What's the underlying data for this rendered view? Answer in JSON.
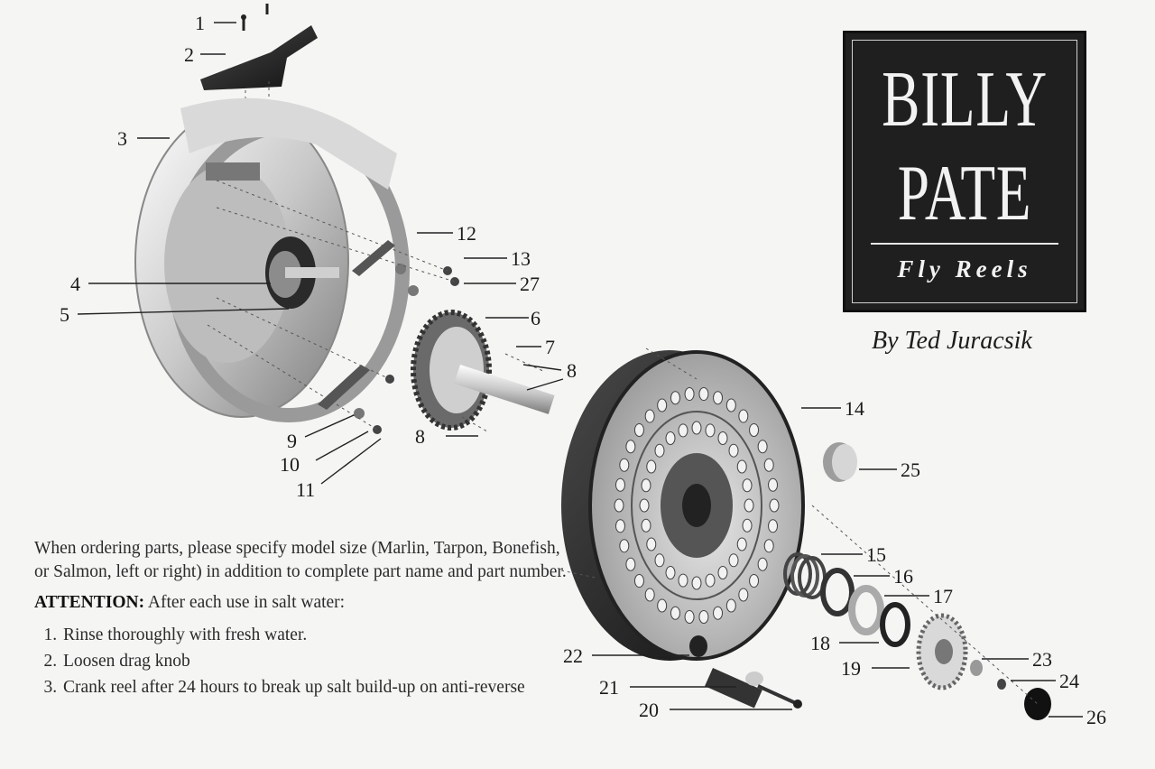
{
  "logo": {
    "line1": "BILLY",
    "line2": "PATE",
    "line3": "Fly Reels"
  },
  "byline": "By Ted Juracsik",
  "notes": {
    "order_text": "When ordering parts, please specify model size (Marlin, Tarpon, Bonefish, or Salmon, left or right) in addition to complete part name and part number.",
    "attention_label": "ATTENTION:",
    "attention_text": "After each use in salt water:",
    "steps": [
      "Rinse thoroughly with fresh water.",
      "Loosen drag knob",
      "Crank reel after 24 hours to break up salt build-up on anti-reverse"
    ]
  },
  "part_labels": [
    "1",
    "2",
    "3",
    "4",
    "5",
    "6",
    "7",
    "8",
    "8",
    "9",
    "10",
    "11",
    "12",
    "13",
    "27",
    "14",
    "25",
    "15",
    "16",
    "17",
    "18",
    "19",
    "20",
    "21",
    "22",
    "23",
    "24",
    "26"
  ],
  "colors": {
    "background": "#f5f5f3",
    "logo_background": "#1f1f1f",
    "logo_text": "#f2f2f2",
    "ink": "#1a1a1a"
  }
}
